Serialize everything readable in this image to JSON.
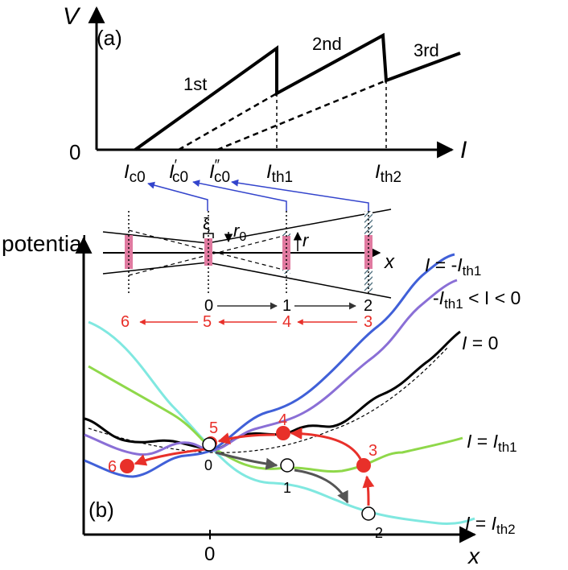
{
  "panel_a": {
    "panel_label": "(a)",
    "y_axis": "V",
    "x_axis": "I",
    "origin": "0",
    "branches": [
      "1st",
      "2nd",
      "3rd"
    ],
    "ticks": [
      {
        "main": "I",
        "sub": "c0"
      },
      {
        "main": "I",
        "sub": "c0",
        "prime": "′"
      },
      {
        "main": "I",
        "sub": "c0",
        "prime": "″"
      },
      {
        "main": "I",
        "sub": "th1"
      },
      {
        "main": "I",
        "sub": "th2"
      }
    ]
  },
  "geometry_sketch": {
    "xi": "ξ",
    "r0_main": "r",
    "r0_sub": "0",
    "r_label": "r",
    "x_label": "x"
  },
  "panel_b": {
    "panel_label": "(b)",
    "y_axis": "potential",
    "x_axis": "x",
    "origin": "0",
    "curves": [
      {
        "pre": "I",
        "mid": " = -",
        "var": "I",
        "sub": "th1",
        "post": "",
        "color": "#4060d8"
      },
      {
        "pre": "-",
        "mid": "",
        "var": "I",
        "sub": "th1",
        "post": " < I < 0",
        "color": "#8a6fd6"
      },
      {
        "pre": "I",
        "mid": " = 0",
        "var": "",
        "sub": "",
        "post": "",
        "color": "#000000"
      },
      {
        "pre": "I",
        "mid": " = ",
        "var": "I",
        "sub": "th1",
        "post": "",
        "color": "#8fd84a"
      },
      {
        "pre": "I",
        "mid": " = ",
        "var": "I",
        "sub": "th2",
        "post": "",
        "color": "#80e8e0"
      }
    ],
    "forward_steps": [
      "0",
      "1",
      "2"
    ],
    "backward_steps": [
      "6",
      "5",
      "4",
      "3"
    ],
    "point_labels": {
      "p0": "0",
      "p1": "1",
      "p2": "2",
      "p3": "3",
      "p4": "4",
      "p5": "5",
      "p6": "6"
    }
  },
  "colors": {
    "blue_arrow": "#3344cc",
    "red": "#e8302a",
    "gray_arrow": "#555555",
    "pink": "#e07aa0"
  }
}
